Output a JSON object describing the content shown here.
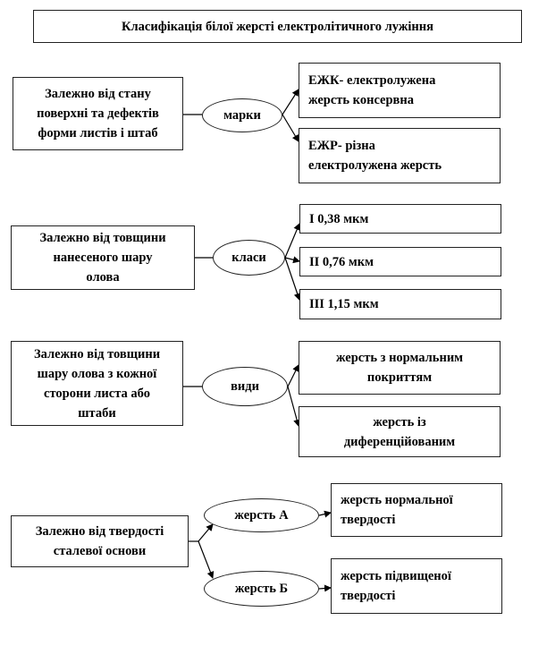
{
  "title": "Класифікація білої жерсті електролітичного лужіння",
  "groups": [
    {
      "criterion": "Залежно від стану\nповерхні та дефектів\nформи листів і штаб",
      "category": "марки",
      "items": [
        "ЕЖК- електролужена\nжерсть консервна",
        "ЕЖР- різна\nелектролужена жерсть"
      ]
    },
    {
      "criterion": "Залежно від товщини\nнанесеного шару\nолова",
      "category": "класи",
      "items": [
        "I    0,38 мкм",
        "II  0,76 мкм",
        "III  1,15 мкм"
      ]
    },
    {
      "criterion": "Залежно від товщини\nшару олова з кожної\nсторони листа або\nштаби",
      "category": "види",
      "items": [
        "жерсть з нормальним\nпокриттям",
        "жерсть із\nдиференційованим"
      ]
    },
    {
      "criterion": "Залежно від твердості\nсталевої основи",
      "categories": [
        "жерсть А",
        "жерсть Б"
      ],
      "items": [
        "жерсть нормальної\nтвердості",
        "жерсть підвищеної\nтвердості"
      ]
    }
  ]
}
